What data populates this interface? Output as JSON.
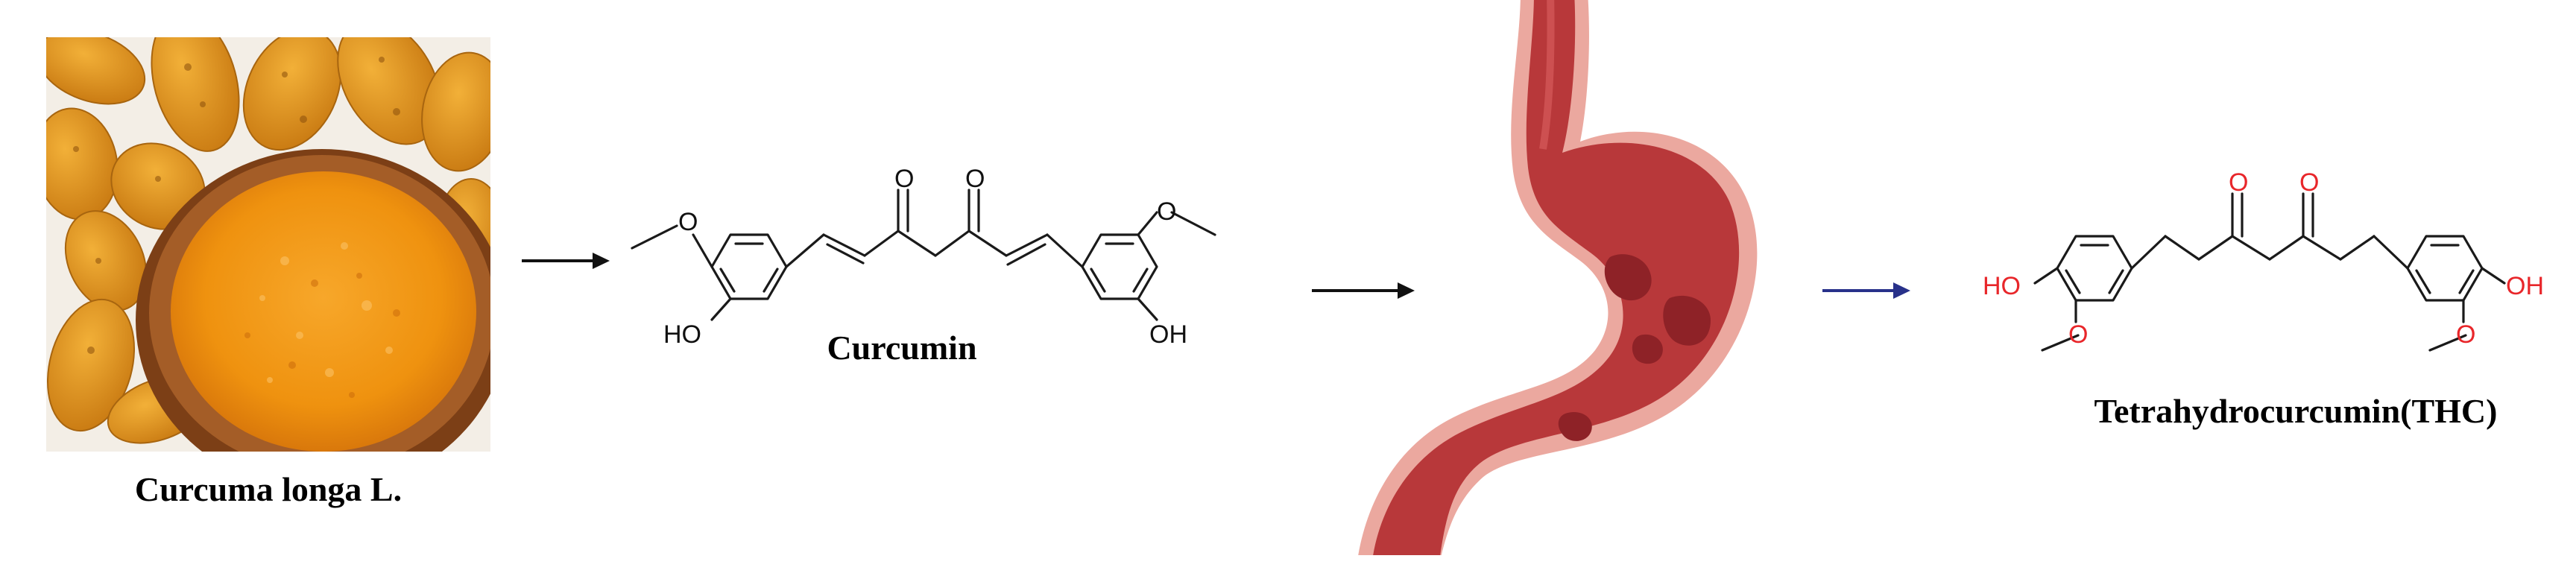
{
  "labels": {
    "plant": "Curcuma longa L.",
    "curcumin": "Curcumin",
    "thc": "Tetrahydrocurcumin(THC)"
  },
  "atoms": {
    "oxygen": "O",
    "hydroxyl_left": "HO",
    "hydroxyl_right": "OH"
  },
  "colors": {
    "turmeric_root": "#e39a1f",
    "turmeric_powder": "#f29a17",
    "bowl": "#9a5524",
    "stomach_outer": "#e9a39a",
    "stomach_inner": "#b8383a",
    "stomach_spots": "#8e2227",
    "arrow_black": "#111111",
    "arrow_blue": "#28318a",
    "thc_heteroatom": "#e8262a"
  },
  "icons": {
    "plant": "turmeric-photo-icon",
    "organ": "stomach-icon"
  }
}
